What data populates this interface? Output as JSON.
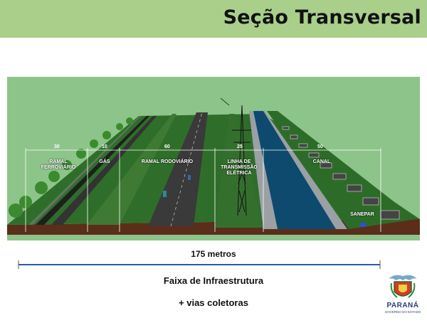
{
  "title": "Seção Transversal",
  "segments": [
    {
      "label": "RAMAL FERROVIÁRIO",
      "width": "30"
    },
    {
      "label": "GÁS",
      "width": "10"
    },
    {
      "label": "RAMAL RODOVIÁRIO",
      "width": "60"
    },
    {
      "label": "LINHA DE TRANSMISSÃO ELÉTRICA",
      "width": "25"
    },
    {
      "label": "CANAL",
      "width": "50"
    }
  ],
  "sanepar_label": "SANEPAR",
  "total_width_label": "175 metros",
  "caption_line1": "Faixa de Infraestrutura",
  "caption_line2": "+ vias coletoras",
  "logo": {
    "name": "PARANÁ",
    "subtitle": "GOVERNO DO ESTADO"
  },
  "colors": {
    "header_band": "#a9cf8a",
    "scene_sky": "#8cc48a",
    "ground": "#2f6e2a",
    "canal_water": "#0e4a6e",
    "road": "#3a3a3a",
    "measure_line": "#2a5aa8"
  }
}
